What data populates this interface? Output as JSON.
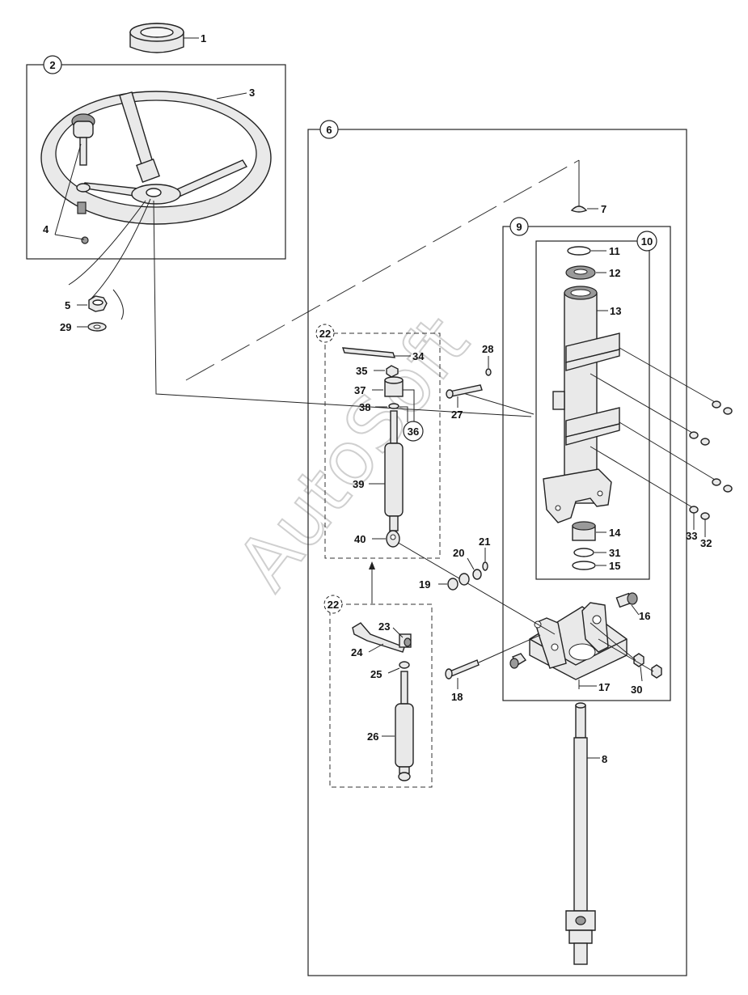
{
  "watermark": "AutoSoft",
  "callouts": {
    "c1": "1",
    "c2": "2",
    "c3": "3",
    "c4": "4",
    "c5": "5",
    "c6": "6",
    "c7": "7",
    "c8": "8",
    "c9": "9",
    "c10": "10",
    "c11": "11",
    "c12": "12",
    "c13": "13",
    "c14": "14",
    "c15": "15",
    "c16": "16",
    "c17": "17",
    "c18": "18",
    "c19": "19",
    "c20": "20",
    "c21": "21",
    "c22a": "22",
    "c22b": "22",
    "c23": "23",
    "c24": "24",
    "c25": "25",
    "c26": "26",
    "c27": "27",
    "c28": "28",
    "c29": "29",
    "c30": "30",
    "c31": "31",
    "c32": "32",
    "c33": "33",
    "c34": "34",
    "c35": "35",
    "c36": "36",
    "c37": "37",
    "c38": "38",
    "c39": "39",
    "c40": "40"
  },
  "colors": {
    "line": "#222222",
    "part_fill": "#e9e9e9",
    "watermark": "#cfcfcf"
  }
}
